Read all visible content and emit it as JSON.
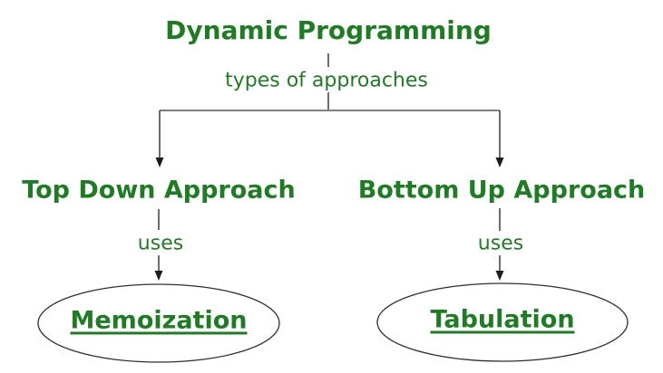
{
  "diagram": {
    "title": "Dynamic Programming",
    "root_edge_label": "types of approaches",
    "branches": [
      {
        "heading": "Top Down Approach",
        "edge_label": "uses",
        "node": "Memoization"
      },
      {
        "heading": "Bottom Up Approach",
        "edge_label": "uses",
        "node": "Tabulation"
      }
    ],
    "colors": {
      "text_green": "#1e7d23",
      "connector_gray": "#7f7f7f",
      "connector_black": "#1c1c1c",
      "ellipse_stroke": "#2f2f2f",
      "background": "#ffffff"
    }
  }
}
